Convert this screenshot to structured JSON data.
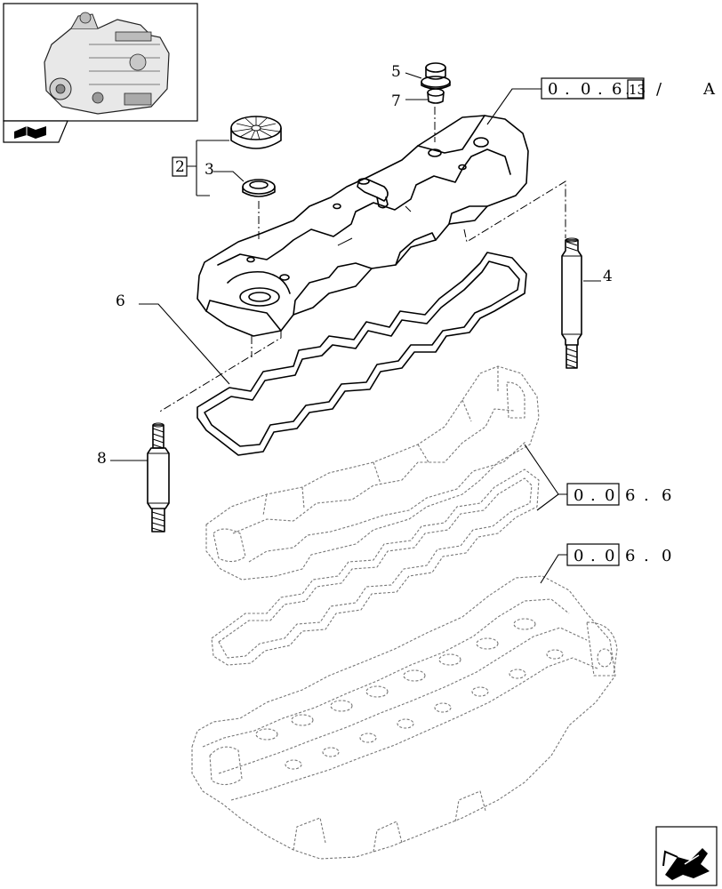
{
  "callouts": {
    "c2": "2",
    "c3": "3",
    "c4": "4",
    "c5": "5",
    "c6": "6",
    "c7": "7",
    "c8": "8"
  },
  "references": {
    "top": {
      "p1": "0",
      "p2": "0",
      "p3": "6",
      "p4": "13",
      "sep": "/",
      "variant": "A"
    },
    "mid": {
      "p1": "0",
      "p2": "0",
      "p3": "6",
      "p4": "6"
    },
    "low": {
      "p1": "0",
      "p2": "0",
      "p3": "6",
      "p4": "0"
    }
  },
  "icons": {
    "thumbnail": "engine-thumbnail-icon",
    "book": "book-icon",
    "next": "next-page-arrow-icon"
  }
}
